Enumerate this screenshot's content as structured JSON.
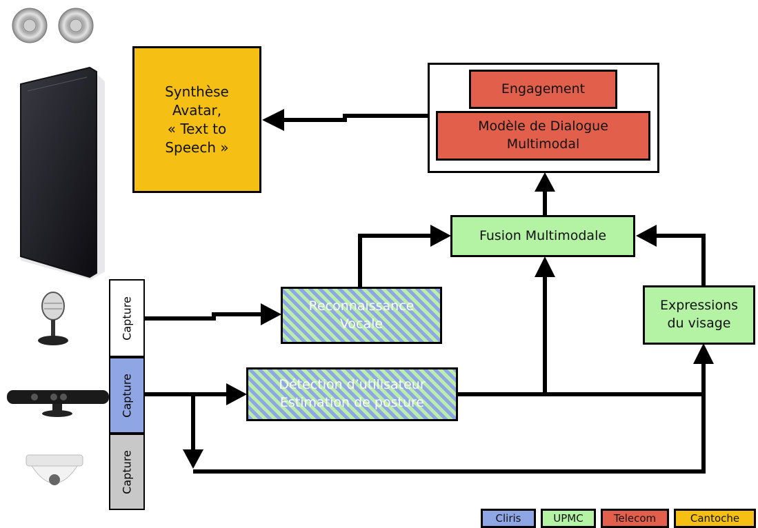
{
  "boxes": {
    "synthese": "Synthèse\nAvatar,\n« Text to\nSpeech »",
    "engagement": "Engagement",
    "dialogue": "Modèle de Dialogue\nMultimodal",
    "fusion": "Fusion Multimodale",
    "reconnaissance": "Reconnaissance\nVocale",
    "detection": "Détection d’utilisateur\nEstimation de posture",
    "expressions": "Expressions\ndu visage"
  },
  "capture": [
    "Capture",
    "Capture",
    "Capture"
  ],
  "legend": [
    "Cliris",
    "UPMC",
    "Telecom",
    "Cantoche"
  ],
  "icons": [
    "speakers-icon",
    "screen-icon",
    "microphone-icon",
    "kinect-sensor-icon",
    "dome-camera-icon"
  ],
  "colors": {
    "cliris": "#8fa6e4",
    "upmc": "#b4f2a4",
    "telecom": "#e2604b",
    "cantoche": "#f5bf13",
    "capture_white": "#ffffff",
    "capture_blue": "#8fa6e4",
    "capture_grey": "#c8c8c8"
  }
}
